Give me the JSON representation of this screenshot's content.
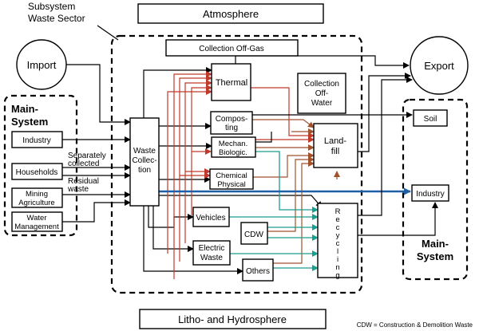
{
  "header": {
    "subsystem_title_line1": "Subsystem",
    "subsystem_title_line2": "Waste Sector",
    "atmosphere": "Atmosphere",
    "litho_hydrosphere": "Litho- and Hydrosphere",
    "footnote": "CDW = Construction & Demolition Waste"
  },
  "nodes": {
    "import": "Import",
    "export": "Export",
    "collection_offgas": "Collection Off-Gas",
    "collection_offwater": [
      "Collection",
      "Off-",
      "Water"
    ],
    "thermal": "Thermal",
    "composting": [
      "Compos-",
      "ting"
    ],
    "mechan_biologic": [
      "Mechan.",
      "Biologic."
    ],
    "chemical_physical": [
      "Chemical",
      "Physical"
    ],
    "landfill": [
      "Land-",
      "fill"
    ],
    "waste_collection": [
      "Waste",
      "Collec-",
      "tion"
    ],
    "vehicles": "Vehicles",
    "cdw": "CDW",
    "electric_waste": [
      "Electric",
      "Waste"
    ],
    "others": "Others",
    "recycling": [
      "R",
      "e",
      "c",
      "y",
      "c",
      "l",
      "i",
      "n",
      "g"
    ],
    "soil": "Soil",
    "industry_right": "Industry"
  },
  "main_system_left": {
    "title": [
      "Main-",
      "System"
    ],
    "items": [
      "Industry",
      "Households",
      [
        "Mining",
        "Agriculture"
      ],
      [
        "Water",
        "Management"
      ]
    ]
  },
  "main_system_right": {
    "title": [
      "Main-",
      "System"
    ]
  },
  "flow_labels": {
    "separately": [
      "Separately",
      "collected"
    ],
    "residual": [
      "Residual",
      "waste"
    ]
  },
  "colors": {
    "black_flow": "#000000",
    "red_flow": "#c0392b",
    "brown_flow": "#a0522d",
    "teal_flow": "#1a9e8f",
    "blue_flow": "#1f5fa8"
  }
}
